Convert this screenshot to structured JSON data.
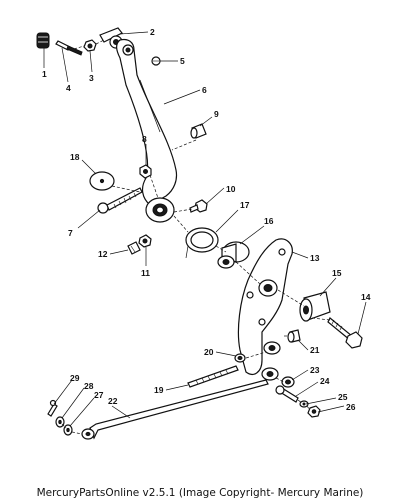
{
  "diagram": {
    "callouts": [
      {
        "id": "c1",
        "label": "1"
      },
      {
        "id": "c2",
        "label": "2"
      },
      {
        "id": "c3",
        "label": "3"
      },
      {
        "id": "c4",
        "label": "4"
      },
      {
        "id": "c5",
        "label": "5"
      },
      {
        "id": "c6",
        "label": "6"
      },
      {
        "id": "c7",
        "label": "7"
      },
      {
        "id": "c8",
        "label": "8"
      },
      {
        "id": "c9",
        "label": "9"
      },
      {
        "id": "c10",
        "label": "10"
      },
      {
        "id": "c11",
        "label": "11"
      },
      {
        "id": "c12",
        "label": "12"
      },
      {
        "id": "c13",
        "label": "13"
      },
      {
        "id": "c14",
        "label": "14"
      },
      {
        "id": "c15",
        "label": "15"
      },
      {
        "id": "c16",
        "label": "16"
      },
      {
        "id": "c17",
        "label": "17"
      },
      {
        "id": "c18",
        "label": "18"
      },
      {
        "id": "c19",
        "label": "19"
      },
      {
        "id": "c20",
        "label": "20"
      },
      {
        "id": "c21",
        "label": "21"
      },
      {
        "id": "c22",
        "label": "22"
      },
      {
        "id": "c23",
        "label": "23"
      },
      {
        "id": "c24",
        "label": "24"
      },
      {
        "id": "c25",
        "label": "25"
      },
      {
        "id": "c26",
        "label": "26"
      },
      {
        "id": "c27",
        "label": "27"
      },
      {
        "id": "c28",
        "label": "28"
      },
      {
        "id": "c29",
        "label": "29"
      }
    ]
  },
  "footer": {
    "text": "MercuryPartsOnline v2.5.1 (Image Copyright- Mercury Marine)"
  }
}
